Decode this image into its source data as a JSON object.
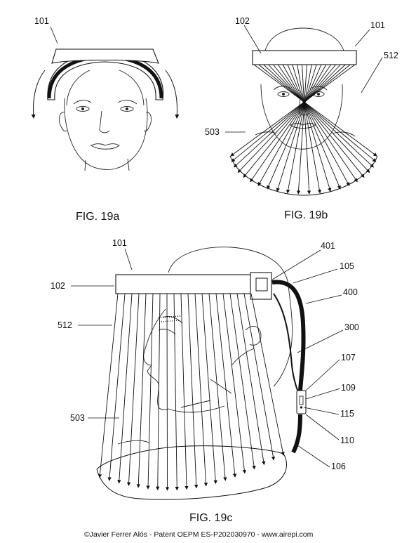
{
  "figures": {
    "fig_a": {
      "caption": "FIG. 19a",
      "labels": {
        "headband": "101"
      }
    },
    "fig_b": {
      "caption": "FIG. 19b",
      "labels": {
        "band": "102",
        "headband": "101",
        "shield_edge": "512",
        "shield_strands": "503"
      }
    },
    "fig_c": {
      "caption": "FIG. 19c",
      "labels": {
        "headband": "101",
        "band": "102",
        "shield_edge": "512",
        "shield_strands": "503",
        "connector": "401",
        "clip": "105",
        "tube": "400",
        "tube_lower": "300",
        "valve_top": "107",
        "valve_mid": "109",
        "valve_body": "115",
        "valve_base": "110",
        "tube_end": "106"
      }
    }
  },
  "footer": "©Javier Ferrer Alós - Patent OEPM ES-P202030970 - www.airepi.com"
}
